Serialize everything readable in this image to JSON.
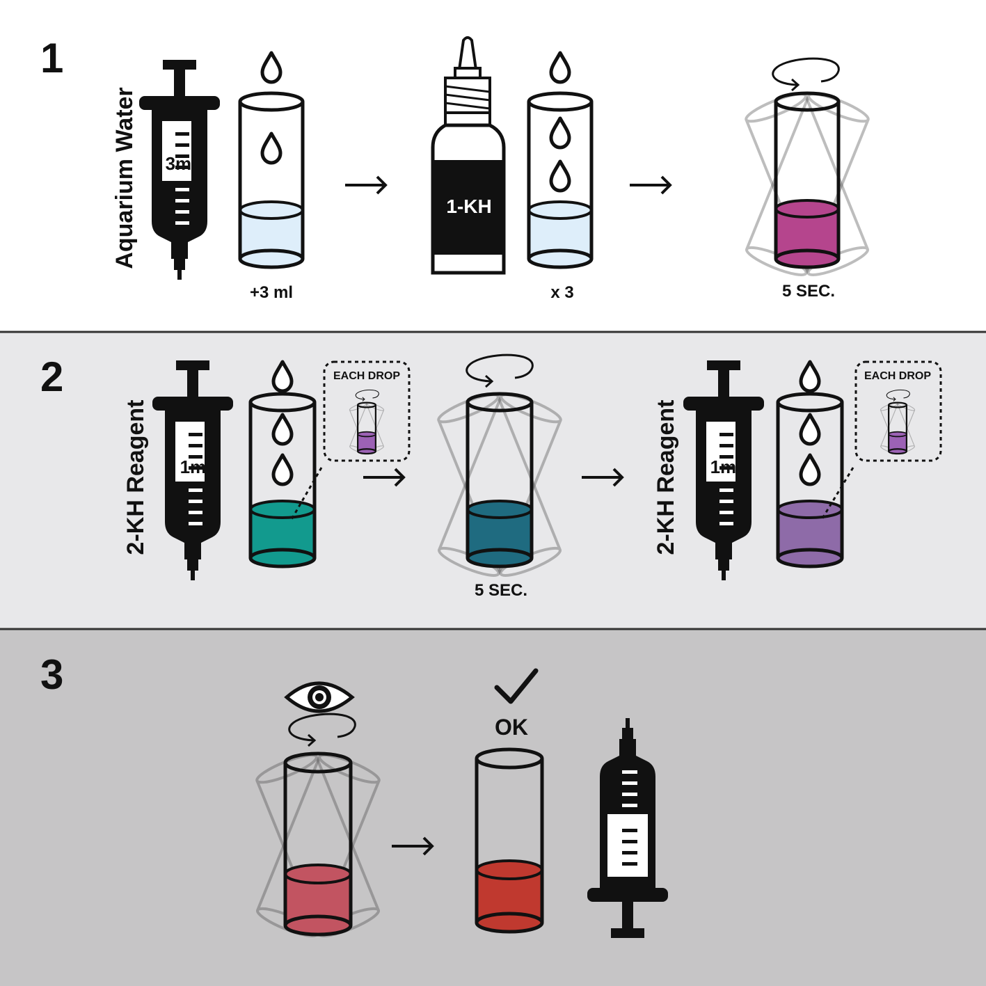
{
  "steps": [
    {
      "number": "1",
      "background": "#ffffff",
      "syringe_label": "Aquarium Water",
      "syringe_volume": "3ml",
      "add_label": "+3 ml",
      "bottle_label": "1-KH",
      "drops_label": "x 3",
      "shake_label": "5 SEC.",
      "liquid_colors": {
        "water": "#deeefa",
        "after_shake": "#b5458d"
      }
    },
    {
      "number": "2",
      "background": "#e8e8ea",
      "syringe_label": "2-KH Reagent",
      "syringe_volume": "1ml",
      "each_drop_label": "EACH DROP",
      "shake_label": "5 SEC.",
      "liquid_colors": {
        "first": "#129a8e",
        "shaken": "#1f6b80",
        "final": "#8e6ba8",
        "inset": "#9c62b5"
      }
    },
    {
      "number": "3",
      "background": "#c6c5c6",
      "ok_label": "OK",
      "liquid_colors": {
        "observe": "#c25461",
        "final": "#c0392f"
      }
    }
  ],
  "icons": [
    "syringe-icon",
    "drop-icon",
    "test-tube-icon",
    "reagent-bottle-icon",
    "rotate-arrow-icon",
    "right-arrow-icon",
    "eye-icon",
    "checkmark-icon"
  ]
}
